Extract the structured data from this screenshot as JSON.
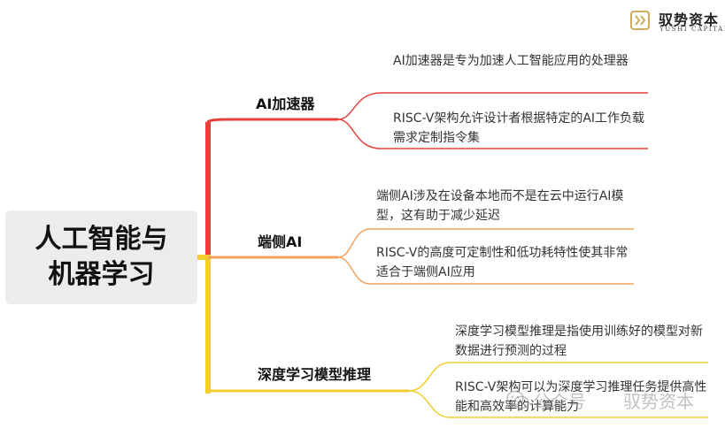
{
  "logo": {
    "name_cn": "驭势资本",
    "name_en": "YUSHI CAPITAL"
  },
  "root": {
    "label": "人工智能与机器学习",
    "color": "#ececec"
  },
  "branches": [
    {
      "label": "AI加速器",
      "color": "#e8403c",
      "leaves": [
        "AI加速器是专为加速人工智能应用的处理器",
        "RISC-V架构允许设计者根据特定的AI工作负载需求定制指令集"
      ]
    },
    {
      "label": "端侧AI",
      "color": "#f2a25f",
      "leaves": [
        "端侧AI涉及在设备本地而不是在云中运行AI模型，这有助于减少延迟",
        "RISC-V的高度可定制性和低功耗特性使其非常适合于端侧AI应用"
      ]
    },
    {
      "label": "深度学习模型推理",
      "color": "#f2cd30",
      "leaves": [
        "深度学习模型推理是指使用训练好的模型对新数据进行预测的过程",
        "RISC-V架构可以为深度学习推理任务提供高性能和高效率的计算能力"
      ]
    }
  ],
  "watermark": {
    "left": "公众号",
    "right": "驭势资本"
  }
}
